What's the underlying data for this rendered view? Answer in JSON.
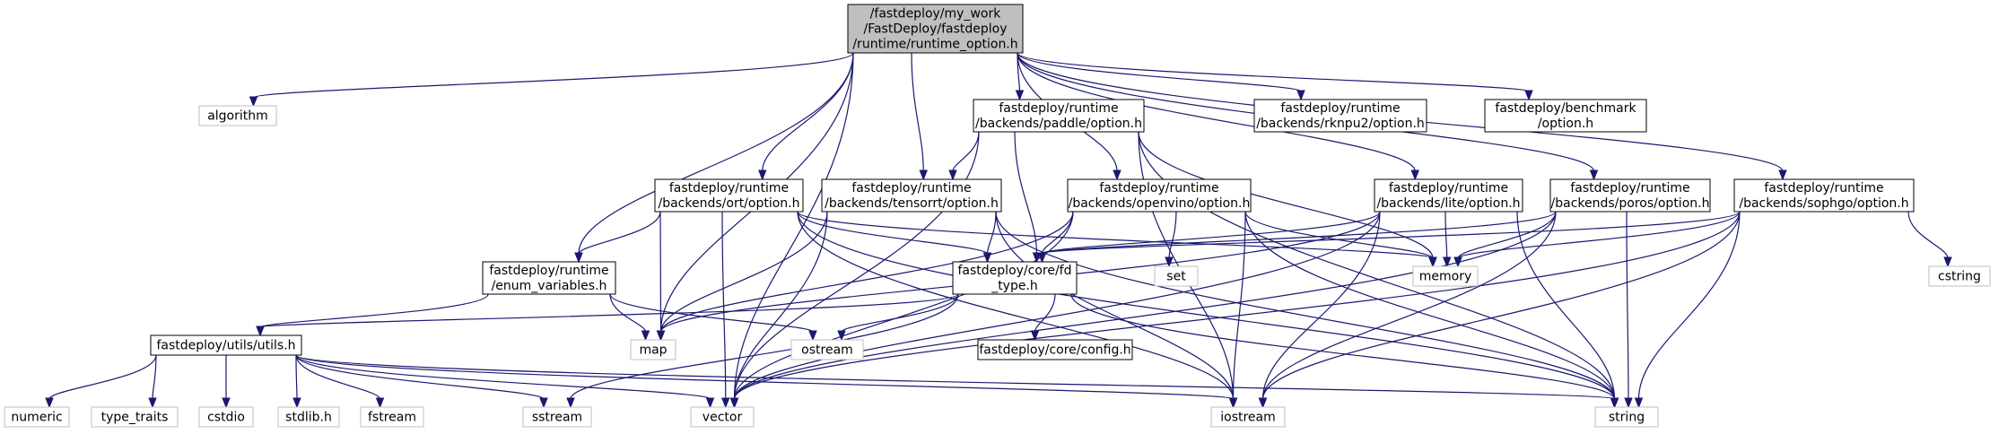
{
  "colors": {
    "edge": "#191970",
    "root_fill": "#bfbfbf",
    "header_border": "#000000",
    "system_border": "#bfbfbf",
    "background": "#ffffff"
  },
  "nodes": [
    {
      "id": "root",
      "kind": "root",
      "lines": [
        "/fastdeploy/my_work",
        "/FastDeploy/fastdeploy",
        "/runtime/runtime_option.h"
      ]
    },
    {
      "id": "algorithm",
      "kind": "system",
      "lines": [
        "algorithm"
      ]
    },
    {
      "id": "paddle",
      "kind": "header",
      "lines": [
        "fastdeploy/runtime",
        "/backends/paddle/option.h"
      ]
    },
    {
      "id": "rknpu2",
      "kind": "header",
      "lines": [
        "fastdeploy/runtime",
        "/backends/rknpu2/option.h"
      ]
    },
    {
      "id": "benchmark",
      "kind": "header",
      "lines": [
        "fastdeploy/benchmark",
        "/option.h"
      ]
    },
    {
      "id": "ort",
      "kind": "header",
      "lines": [
        "fastdeploy/runtime",
        "/backends/ort/option.h"
      ]
    },
    {
      "id": "tensorrt",
      "kind": "header",
      "lines": [
        "fastdeploy/runtime",
        "/backends/tensorrt/option.h"
      ]
    },
    {
      "id": "openvino",
      "kind": "header",
      "lines": [
        "fastdeploy/runtime",
        "/backends/openvino/option.h"
      ]
    },
    {
      "id": "lite",
      "kind": "header",
      "lines": [
        "fastdeploy/runtime",
        "/backends/lite/option.h"
      ]
    },
    {
      "id": "poros",
      "kind": "header",
      "lines": [
        "fastdeploy/runtime",
        "/backends/poros/option.h"
      ]
    },
    {
      "id": "sophgo",
      "kind": "header",
      "lines": [
        "fastdeploy/runtime",
        "/backends/sophgo/option.h"
      ]
    },
    {
      "id": "enum_vars",
      "kind": "header",
      "lines": [
        "fastdeploy/runtime",
        "/enum_variables.h"
      ]
    },
    {
      "id": "fd_type",
      "kind": "header",
      "lines": [
        "fastdeploy/core/fd",
        "_type.h"
      ]
    },
    {
      "id": "set",
      "kind": "system",
      "lines": [
        "set"
      ]
    },
    {
      "id": "memory",
      "kind": "system",
      "lines": [
        "memory"
      ]
    },
    {
      "id": "cstring",
      "kind": "system",
      "lines": [
        "cstring"
      ]
    },
    {
      "id": "utils",
      "kind": "header",
      "lines": [
        "fastdeploy/utils/utils.h"
      ]
    },
    {
      "id": "map",
      "kind": "system",
      "lines": [
        "map"
      ]
    },
    {
      "id": "ostream",
      "kind": "system",
      "lines": [
        "ostream"
      ]
    },
    {
      "id": "config",
      "kind": "header",
      "lines": [
        "fastdeploy/core/config.h"
      ]
    },
    {
      "id": "numeric",
      "kind": "system",
      "lines": [
        "numeric"
      ]
    },
    {
      "id": "type_traits",
      "kind": "system",
      "lines": [
        "type_traits"
      ]
    },
    {
      "id": "cstdio",
      "kind": "system",
      "lines": [
        "cstdio"
      ]
    },
    {
      "id": "stdlib",
      "kind": "system",
      "lines": [
        "stdlib.h"
      ]
    },
    {
      "id": "fstream",
      "kind": "system",
      "lines": [
        "fstream"
      ]
    },
    {
      "id": "sstream",
      "kind": "system",
      "lines": [
        "sstream"
      ]
    },
    {
      "id": "vector",
      "kind": "system",
      "lines": [
        "vector"
      ]
    },
    {
      "id": "iostream",
      "kind": "system",
      "lines": [
        "iostream"
      ]
    },
    {
      "id": "string",
      "kind": "system",
      "lines": [
        "string"
      ]
    }
  ],
  "edges": [
    [
      "root",
      "algorithm"
    ],
    [
      "root",
      "paddle"
    ],
    [
      "root",
      "rknpu2"
    ],
    [
      "root",
      "benchmark"
    ],
    [
      "root",
      "ort"
    ],
    [
      "root",
      "tensorrt"
    ],
    [
      "root",
      "openvino"
    ],
    [
      "root",
      "lite"
    ],
    [
      "root",
      "poros"
    ],
    [
      "root",
      "sophgo"
    ],
    [
      "root",
      "enum_vars"
    ],
    [
      "root",
      "map"
    ],
    [
      "root",
      "vector"
    ],
    [
      "paddle",
      "tensorrt"
    ],
    [
      "paddle",
      "fd_type"
    ],
    [
      "paddle",
      "memory"
    ],
    [
      "paddle",
      "vector"
    ],
    [
      "paddle",
      "iostream"
    ],
    [
      "paddle",
      "string"
    ],
    [
      "ort",
      "enum_vars"
    ],
    [
      "ort",
      "fd_type"
    ],
    [
      "ort",
      "map"
    ],
    [
      "ort",
      "vector"
    ],
    [
      "ort",
      "iostream"
    ],
    [
      "ort",
      "string"
    ],
    [
      "ort",
      "memory"
    ],
    [
      "tensorrt",
      "fd_type"
    ],
    [
      "tensorrt",
      "map"
    ],
    [
      "tensorrt",
      "vector"
    ],
    [
      "tensorrt",
      "iostream"
    ],
    [
      "tensorrt",
      "string"
    ],
    [
      "openvino",
      "fd_type"
    ],
    [
      "openvino",
      "set"
    ],
    [
      "openvino",
      "memory"
    ],
    [
      "openvino",
      "map"
    ],
    [
      "openvino",
      "vector"
    ],
    [
      "openvino",
      "iostream"
    ],
    [
      "openvino",
      "string"
    ],
    [
      "lite",
      "fd_type"
    ],
    [
      "lite",
      "memory"
    ],
    [
      "lite",
      "map"
    ],
    [
      "lite",
      "vector"
    ],
    [
      "lite",
      "iostream"
    ],
    [
      "lite",
      "string"
    ],
    [
      "poros",
      "fd_type"
    ],
    [
      "poros",
      "memory"
    ],
    [
      "poros",
      "vector"
    ],
    [
      "poros",
      "iostream"
    ],
    [
      "poros",
      "string"
    ],
    [
      "sophgo",
      "fd_type"
    ],
    [
      "sophgo",
      "memory"
    ],
    [
      "sophgo",
      "cstring"
    ],
    [
      "sophgo",
      "vector"
    ],
    [
      "sophgo",
      "iostream"
    ],
    [
      "sophgo",
      "string"
    ],
    [
      "enum_vars",
      "utils"
    ],
    [
      "enum_vars",
      "map"
    ],
    [
      "enum_vars",
      "ostream"
    ],
    [
      "fd_type",
      "utils"
    ],
    [
      "fd_type",
      "ostream"
    ],
    [
      "fd_type",
      "config"
    ],
    [
      "fd_type",
      "sstream"
    ],
    [
      "fd_type",
      "string"
    ],
    [
      "utils",
      "numeric"
    ],
    [
      "utils",
      "type_traits"
    ],
    [
      "utils",
      "cstdio"
    ],
    [
      "utils",
      "stdlib"
    ],
    [
      "utils",
      "fstream"
    ],
    [
      "utils",
      "sstream"
    ],
    [
      "utils",
      "vector"
    ],
    [
      "utils",
      "iostream"
    ],
    [
      "utils",
      "string"
    ]
  ]
}
